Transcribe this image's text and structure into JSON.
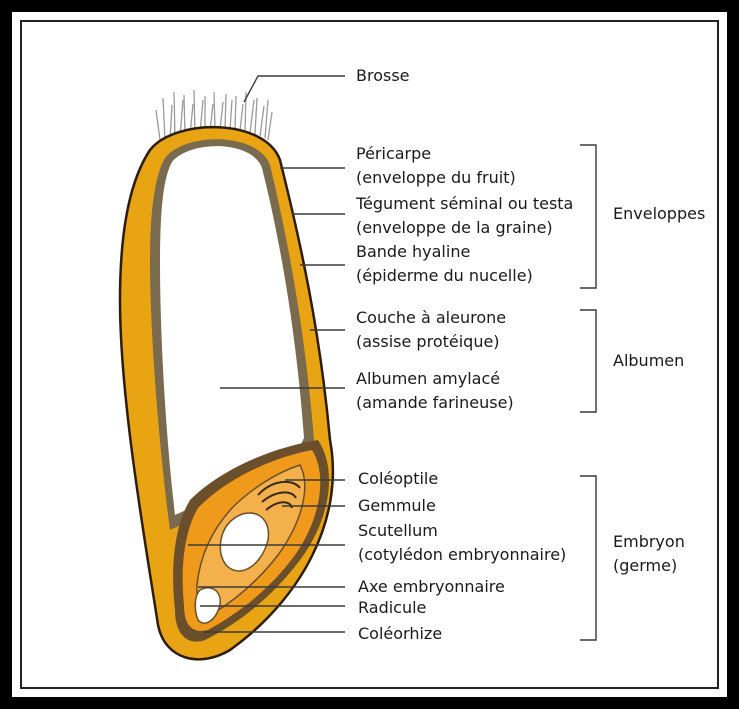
{
  "labels": {
    "brosse": "Brosse",
    "pericarpe": "Péricarpe",
    "pericarpe_sub": "(enveloppe du fruit)",
    "tegument": "Tégument séminal ou testa",
    "tegument_sub": "(enveloppe de la graine)",
    "bande": "Bande hyaline",
    "bande_sub": "(épiderme du nucelle)",
    "couche": "Couche à aleurone",
    "couche_sub": "(assise protéique)",
    "albumen_amylace": "Albumen amylacé",
    "albumen_amylace_sub": "(amande farineuse)",
    "coleoptile": "Coléoptile",
    "gemmule": "Gemmule",
    "scutellum": "Scutellum",
    "scutellum_sub": "(cotylédon embryonnaire)",
    "axe": "Axe embryonnaire",
    "radicule": "Radicule",
    "coleorhize": "Coléorhize"
  },
  "groups": {
    "enveloppes": "Enveloppes",
    "albumen": "Albumen",
    "embryon": "Embryon",
    "embryon_sub": "(germe)"
  },
  "colors": {
    "pericarp": "#e8a413",
    "pericarp_outline": "#2b1d08",
    "inner_band": "#7a6a4e",
    "endosperm": "#ffffff",
    "embryo": "#ef9a1b",
    "embryo_dark": "#6b4f2a",
    "bristles": "#9a9a9a",
    "leader_line": "#3a3a3a"
  }
}
